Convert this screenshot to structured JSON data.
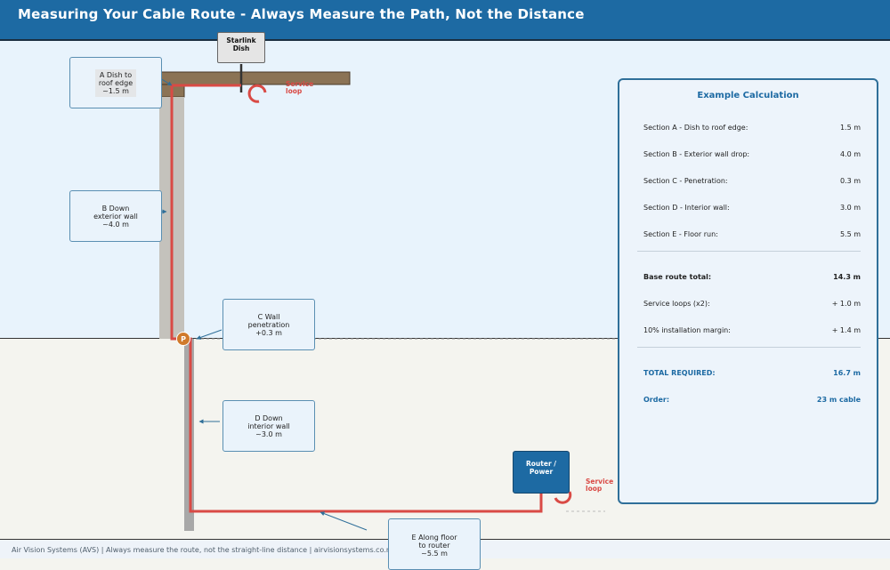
{
  "header": {
    "title": "Measuring Your Cable Route - Always Measure the Path, Not the Distance"
  },
  "dish": {
    "line1": "Starlink",
    "line2": "Dish"
  },
  "router": {
    "line1": "Router /",
    "line2": "Power"
  },
  "service_loop_top": {
    "line1": "Service",
    "line2": "loop"
  },
  "service_loop_bottom": {
    "line1": "Service",
    "line2": "loop"
  },
  "penetration_marker": "P",
  "callouts": {
    "a": {
      "line1": "A  Dish to",
      "line2": "roof edge",
      "line3": "~1.5 m"
    },
    "b": {
      "line1": "B  Down",
      "line2": "exterior wall",
      "line3": "~4.0 m"
    },
    "c": {
      "line1": "C  Wall",
      "line2": "penetration",
      "line3": "+0.3 m"
    },
    "d": {
      "line1": "D  Down",
      "line2": "interior wall",
      "line3": "~3.0 m"
    },
    "e": {
      "line1": "E  Along floor",
      "line2": "to router",
      "line3": "~5.5 m"
    }
  },
  "calc": {
    "title": "Example Calculation",
    "rows": [
      {
        "label": "Section A - Dish to roof edge:",
        "value": "1.5 m"
      },
      {
        "label": "Section B - Exterior wall drop:",
        "value": "4.0 m"
      },
      {
        "label": "Section C - Penetration:",
        "value": "0.3 m"
      },
      {
        "label": "Section D - Interior wall:",
        "value": "3.0 m"
      },
      {
        "label": "Section E - Floor run:",
        "value": "5.5 m"
      }
    ],
    "base_label": "Base route total:",
    "base_value": "14.3 m",
    "loops_label": "Service loops (x2):",
    "loops_value": "+ 1.0 m",
    "margin_label": "10% installation margin:",
    "margin_value": "+ 1.4 m",
    "total_label": "TOTAL REQUIRED:",
    "total_value": "16.7 m",
    "order_label": "Order:",
    "order_value": "23 m cable"
  },
  "footer": {
    "text": "Air Vision Systems (AVS)  |  Always measure the route, not the straight-line distance  |  airvisionsystems.co.nz"
  },
  "colors": {
    "header": "#1d6aa3",
    "cable": "#d94a45",
    "wall": "#c4c2bc",
    "roof": "#8b7355",
    "marker": "#d07a2b"
  }
}
